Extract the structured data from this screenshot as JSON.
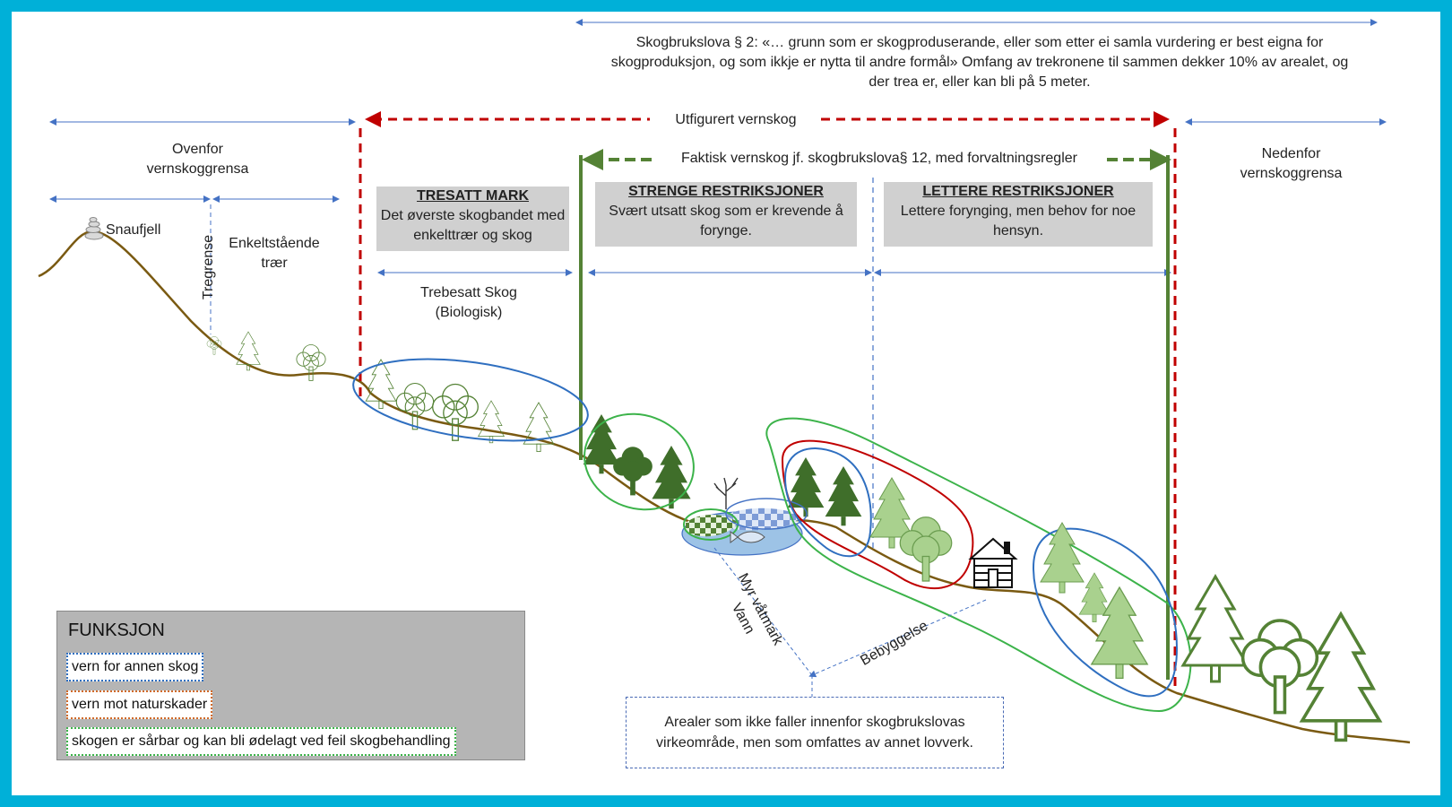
{
  "top_span_text": "Skogbrukslova § 2: «… grunn som er skogproduserande, eller som etter ei samla vurdering er best eigna for skogproduksjon, og som ikkje er nytta til andre formål»   Omfang av trekronene til sammen dekker 10% av arealet, og der trea er, eller kan bli på 5 meter.",
  "zones": {
    "utfigurert": "Utfigurert vernskog",
    "faktisk": "Faktisk vernskog jf. skogbrukslova§ 12, med forvaltningsregler",
    "ovenfor": "Ovenfor vernskoggrensa",
    "nedenfor": "Nedenfor vernskoggrensa"
  },
  "labels": {
    "snaufjell": "Snaufjell",
    "tregrense": "Tregrense",
    "enkeltstaende": "Enkeltstående trær",
    "trebesatt": "Trebesatt Skog (Biologisk)",
    "myr": "Myr våtmark Vann",
    "bebyggelse": "Bebyggelse"
  },
  "boxes": {
    "tresatt": {
      "title": "TRESATT MARK",
      "text": "Det øverste skogbandet med enkelttrær og skog"
    },
    "strenge": {
      "title": "STRENGE RESTRIKSJONER",
      "text": "Svært utsatt skog som er krevende å forynge."
    },
    "lettere": {
      "title": "LETTERE RESTRIKSJONER",
      "text": "Lettere forynging, men behov for noe hensyn."
    }
  },
  "note": "Arealer som ikke faller innenfor skogbrukslovas virkeområde, men som omfattes av annet lovverk.",
  "legend": {
    "title": "FUNKSJON",
    "items": [
      {
        "label": "vern for annen skog",
        "color": "#2f6fc0"
      },
      {
        "label": "vern mot naturskader",
        "color": "#d06a2a"
      },
      {
        "label": "skogen er sårbar og kan bli  ødelagt ved feil skogbehandling",
        "color": "#3cb34a"
      }
    ]
  },
  "colors": {
    "frame": "#00b0d8",
    "ground": "#7a5a12",
    "red_dashed": "#c00000",
    "green_line": "#548235",
    "blue_arrow": "#4472c4",
    "box_bg": "#d0d0d0",
    "dark_tree": "#3f6e2a",
    "light_tree": "#a9d18e"
  },
  "icons": [
    "cairn-icon",
    "cabin-icon",
    "fish-icon",
    "tree-icon"
  ]
}
